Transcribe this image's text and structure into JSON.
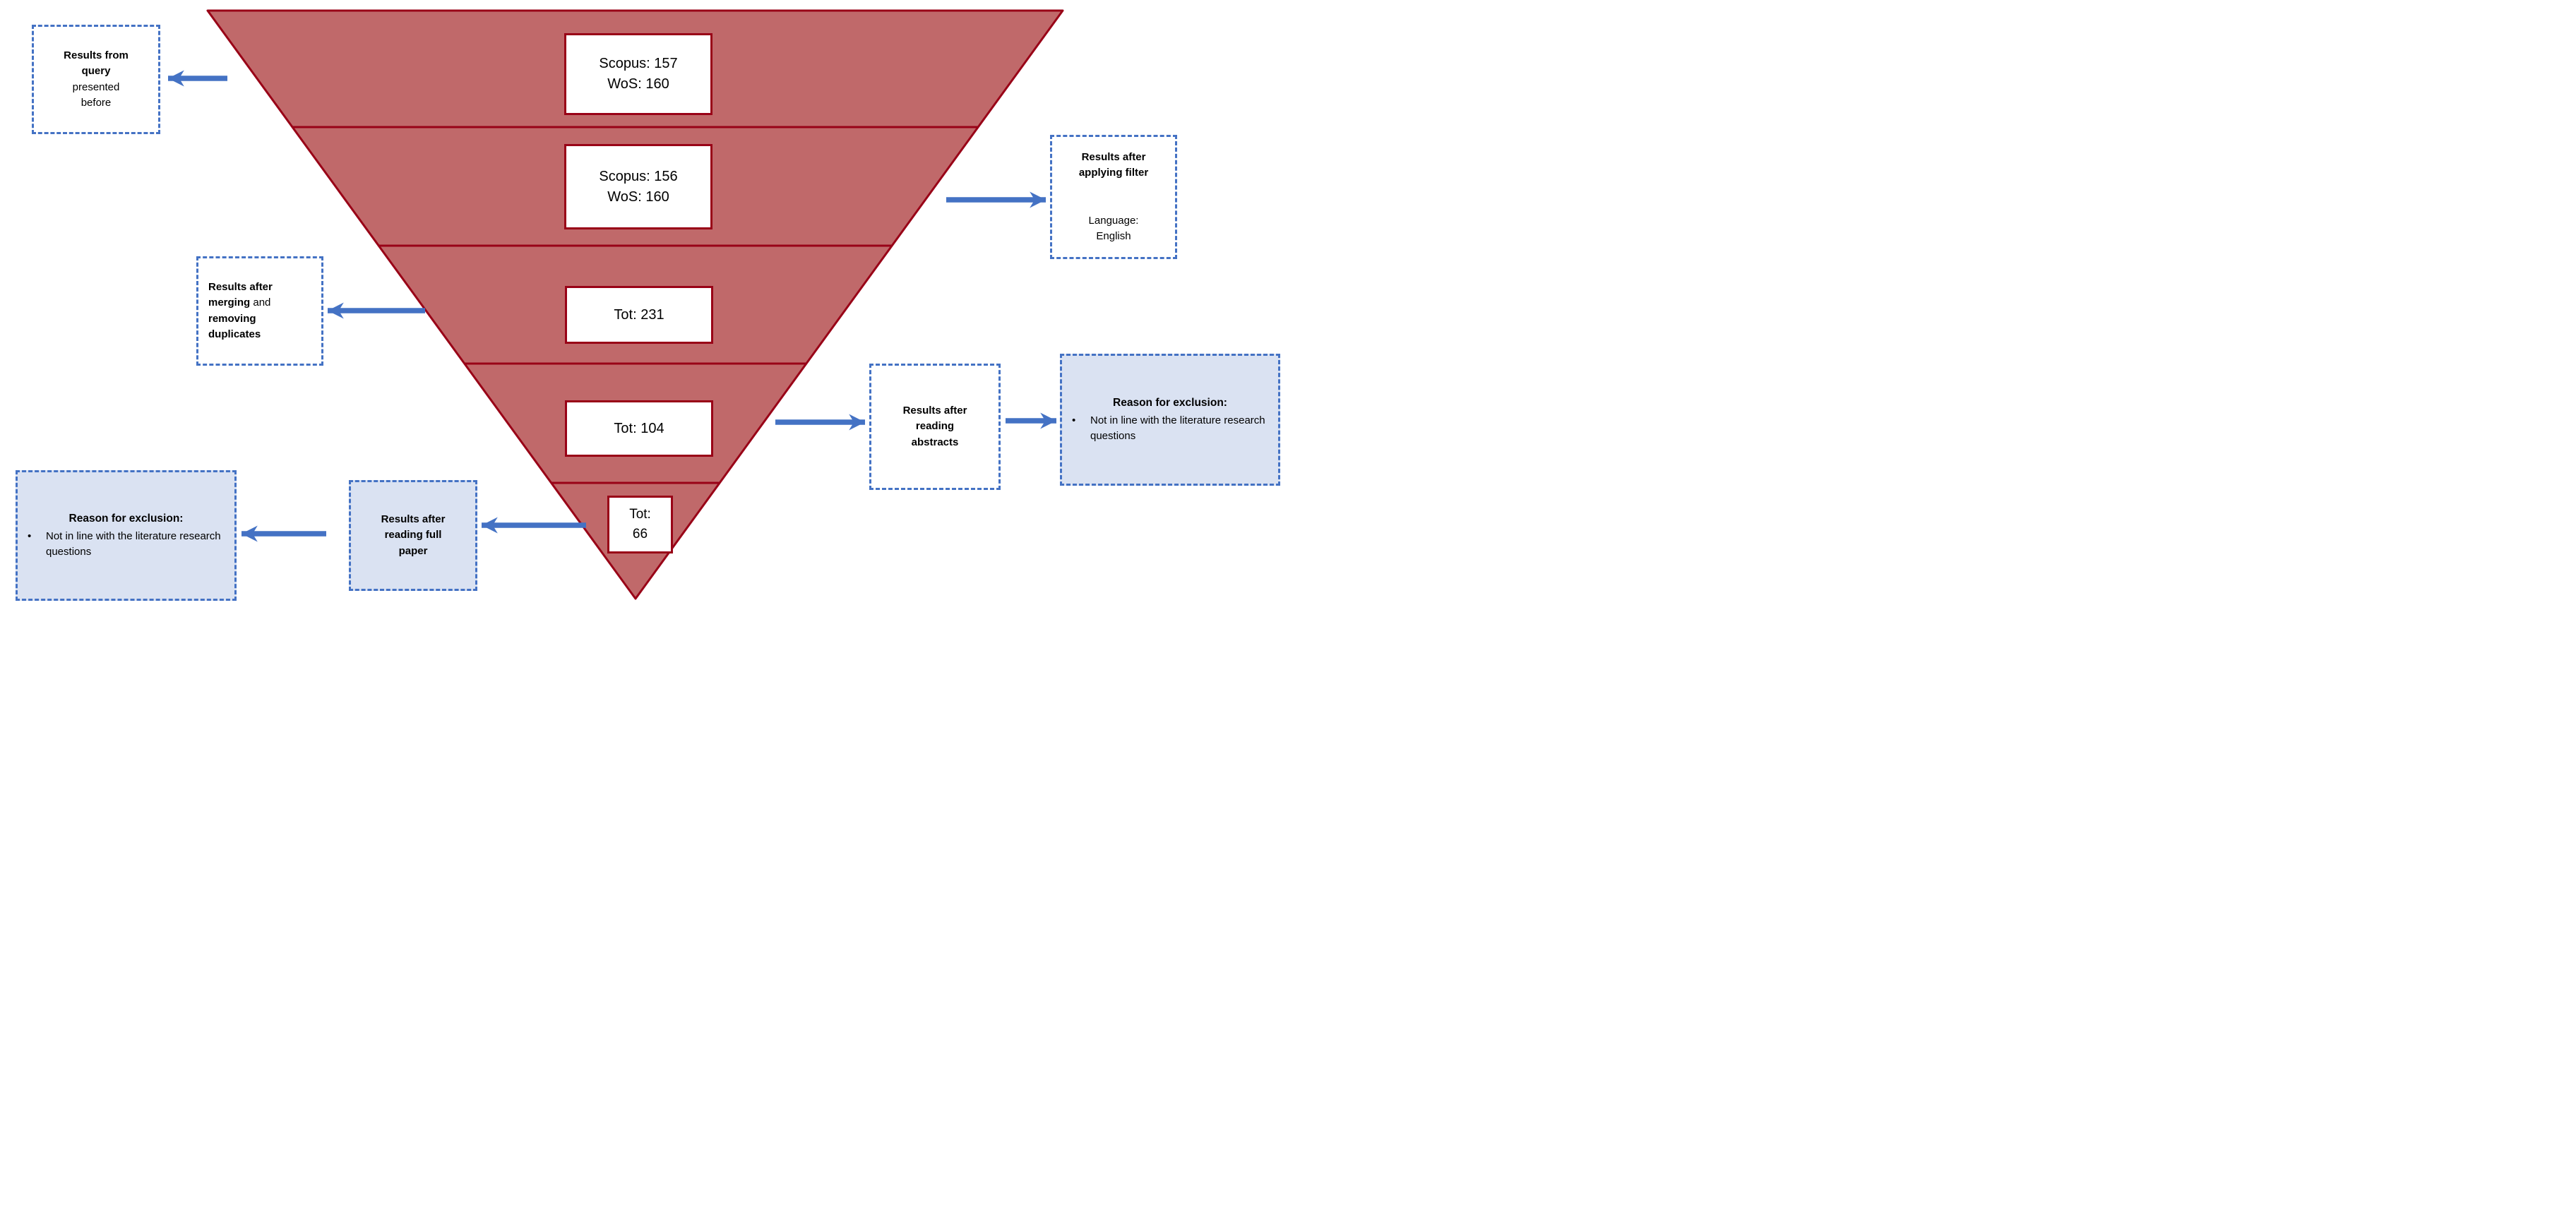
{
  "colors": {
    "funnel_fill": "#C0696A",
    "funnel_stroke": "#990217",
    "accent_blue": "#4472C4",
    "callout_fill_blue": "#DAE2F2",
    "callout_fill_white": "#FFFFFF",
    "text": "#000000"
  },
  "funnel": {
    "stages": [
      {
        "name": "results-from-query",
        "label": [
          [
            {
              "t": "Scopus: 157"
            }
          ],
          [
            {
              "t": "WoS: 160"
            }
          ]
        ]
      },
      {
        "name": "after-language-filter",
        "label": [
          [
            {
              "t": "Scopus: 156"
            }
          ],
          [
            {
              "t": "WoS: 160"
            }
          ]
        ]
      },
      {
        "name": "after-merging-dedup",
        "label": [
          [
            {
              "t": "Tot: 231"
            }
          ]
        ]
      },
      {
        "name": "after-reading-abstracts",
        "label": [
          [
            {
              "t": "Tot: 104"
            }
          ]
        ]
      },
      {
        "name": "after-reading-full-paper",
        "label": [
          [
            {
              "t": "Tot:"
            }
          ],
          [
            {
              "t": "66"
            }
          ]
        ]
      }
    ]
  },
  "callouts": {
    "query": {
      "lines": [
        [
          {
            "t": "Results from",
            "b": 1
          }
        ],
        [
          {
            "t": "query",
            "b": 1
          }
        ],
        [
          {
            "t": "presented"
          }
        ],
        [
          {
            "t": "before"
          }
        ]
      ]
    },
    "filter": {
      "lines": [
        [
          {
            "t": "Results after",
            "b": 1
          }
        ],
        [
          {
            "t": "applying filter",
            "b": 1
          }
        ],
        [],
        [
          {
            "t": "Language:"
          }
        ],
        [
          {
            "t": "English"
          }
        ]
      ]
    },
    "merging": {
      "lines": [
        [
          {
            "t": "Results after",
            "b": 1
          }
        ],
        [
          {
            "t": "merging",
            "b": 1
          },
          {
            "t": " and"
          }
        ],
        [
          {
            "t": "removing",
            "b": 1
          }
        ],
        [
          {
            "t": "duplicates",
            "b": 1
          }
        ]
      ]
    },
    "abstracts": {
      "lines": [
        [
          {
            "t": "Results after",
            "b": 1
          }
        ],
        [
          {
            "t": "reading",
            "b": 1
          }
        ],
        [
          {
            "t": "abstracts",
            "b": 1
          }
        ]
      ]
    },
    "full_paper": {
      "lines": [
        [
          {
            "t": "Results after",
            "b": 1
          }
        ],
        [
          {
            "t": "reading full",
            "b": 1
          }
        ],
        [
          {
            "t": "paper",
            "b": 1
          }
        ]
      ]
    },
    "exclusion_abstracts": {
      "heading": "Reason for exclusion:",
      "bullet": "•",
      "bullet_text": "Not in line with the literature research questions"
    },
    "exclusion_full_paper": {
      "heading": "Reason for exclusion:",
      "bullet": "•",
      "bullet_text": "Not in line with the literature research questions"
    }
  }
}
